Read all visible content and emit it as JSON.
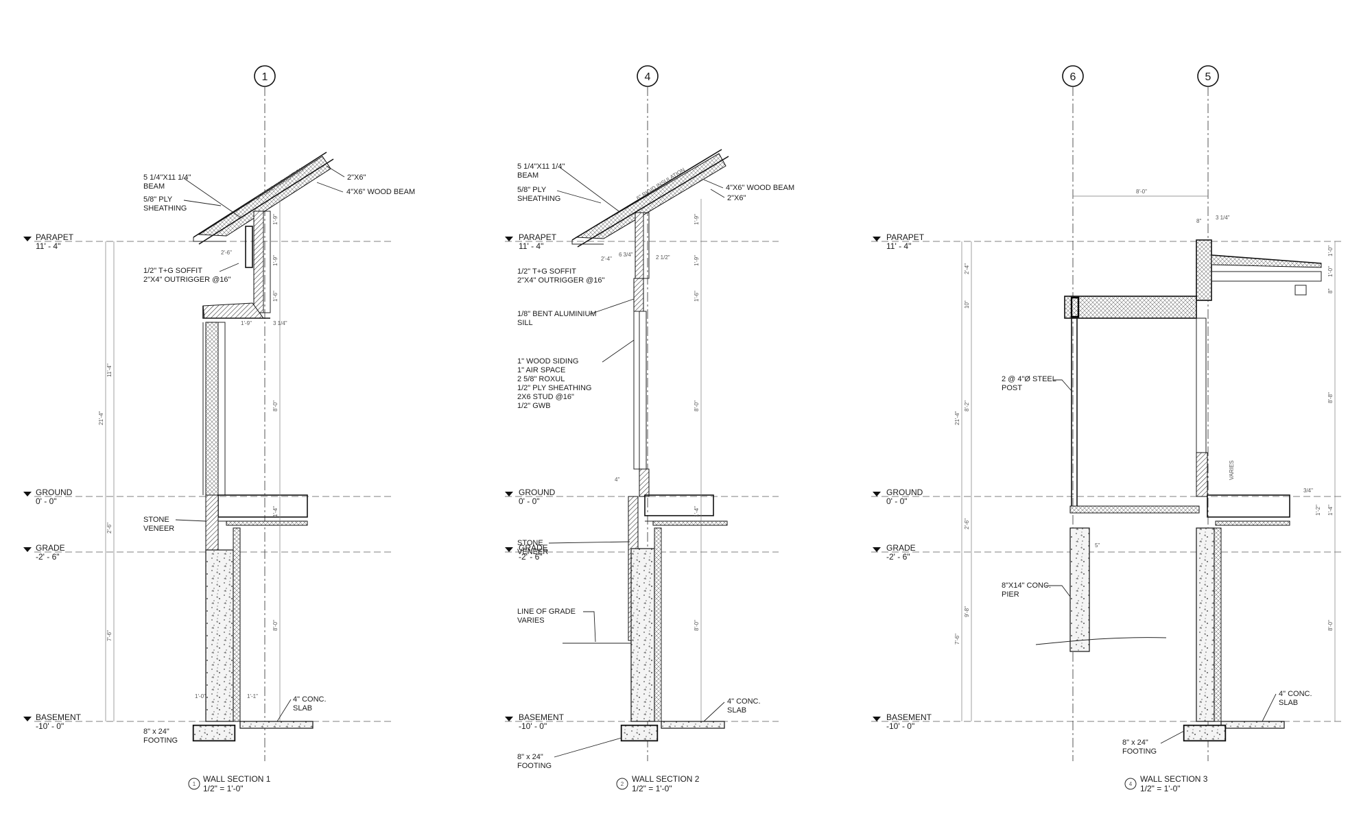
{
  "levels": [
    {
      "name": "PARAPET",
      "elev": "11' - 4\""
    },
    {
      "name": "GROUND",
      "elev": "0' - 0\""
    },
    {
      "name": "GRADE",
      "elev": "-2' - 6\""
    },
    {
      "name": "BASEMENT",
      "elev": "-10' - 0\""
    }
  ],
  "grid_markers": [
    "1",
    "4",
    "6",
    "5"
  ],
  "sections": [
    {
      "number": "1",
      "title": "WALL SECTION 1",
      "scale": "1/2\" = 1'-0\"",
      "notes": {
        "beam": [
          "5 1/4\"X11 1/4\"",
          "BEAM"
        ],
        "ply": [
          "5/8\" PLY",
          "SHEATHING"
        ],
        "rafter": "2\"X6\"",
        "wood_beam": "4\"X6\" WOOD BEAM",
        "rigid": "6\" RIGID INSULATION",
        "soffit": [
          "1/2\" T+G SOFFIT",
          "2\"X4\" OUTRIGGER @16\""
        ],
        "stone": [
          "STONE",
          "VENEER"
        ],
        "slab": [
          "4\" CONC.",
          "SLAB"
        ],
        "footing": [
          "8\" x 24\"",
          "FOOTING"
        ]
      },
      "dims": {
        "d1": "1'-9\"",
        "d2": "1'-9\"",
        "d3": "1'-6\"",
        "d4": "8'-0\"",
        "d5": "1'-4\"",
        "d6": "8'-0\"",
        "o1": "11'-4\"",
        "o2": "21'-4\"",
        "o3": "2'-6\"",
        "o4": "7'-6\"",
        "s1": "2'-6\"",
        "s2": "1'-9\"",
        "s3": "3 1/4\"",
        "s4": "1'-0\"",
        "s5": "1'-1\""
      }
    },
    {
      "number": "2",
      "title": "WALL SECTION 2",
      "scale": "1/2\" = 1'-0\"",
      "notes": {
        "beam": [
          "5 1/4\"X11 1/4\"",
          "BEAM"
        ],
        "ply": [
          "5/8\" PLY",
          "SHEATHING"
        ],
        "rafter": "2\"X6\"",
        "wood_beam": "4\"X6\" WOOD BEAM",
        "rigid": "6\" RIGID INSULATION",
        "soffit": [
          "1/2\" T+G SOFFIT",
          "2\"X4\" OUTRIGGER @16\""
        ],
        "sill": [
          "1/8\" BENT ALUMINIUM",
          "SILL"
        ],
        "wall": [
          "1\" WOOD SIDING",
          "1\" AIR SPACE",
          "2 5/8\" ROXUL",
          "1/2\" PLY SHEATHING",
          "2X6 STUD @16\"",
          "1/2\" GWB"
        ],
        "stone": [
          "STONE",
          "VENEER"
        ],
        "grade": [
          "LINE OF GRADE",
          "VARIES"
        ],
        "slab": [
          "4\" CONC.",
          "SLAB"
        ],
        "footing": [
          "8\" x 24\"",
          "FOOTING"
        ]
      },
      "dims": {
        "d1": "1'-9\"",
        "d2": "1'-9\"",
        "d3": "1'-6\"",
        "d4": "8'-0\"",
        "d5": "1'-4\"",
        "d6": "8'-0\"",
        "s1": "2'-4\"",
        "s2": "6 3/4\"",
        "s3": "2 1/2\"",
        "s4": "4\""
      }
    },
    {
      "number": "4",
      "title": "WALL SECTION 3",
      "scale": "1/2\" = 1'-0\"",
      "notes": {
        "post": [
          "2 @ 4\"Ø STEEL",
          "POST"
        ],
        "pier": [
          "8\"X14\" CONC.",
          "PIER"
        ],
        "slab": [
          "4\" CONC.",
          "SLAB"
        ],
        "footing": [
          "8\" x 24\"",
          "FOOTING"
        ]
      },
      "dims": {
        "top": "8'-0\"",
        "t2": "8\"",
        "t3": "3 1/4\"",
        "o1": "2'-4\"",
        "o2": "10\"",
        "o3": "8'-2\"",
        "o4": "21'-4\"",
        "o5": "2'-6\"",
        "o6": "9'-8\"",
        "o7": "7'-6\"",
        "r1": "1'-0\"",
        "r2": "1'-0\"",
        "r3": "8\"",
        "r4": "8'-8\"",
        "r5": "1'-4\"",
        "r6": "1'-2\"",
        "r7": "8'-0\"",
        "varies": "VARIES",
        "p1": "5\"",
        "p2": "3/4\""
      }
    }
  ]
}
